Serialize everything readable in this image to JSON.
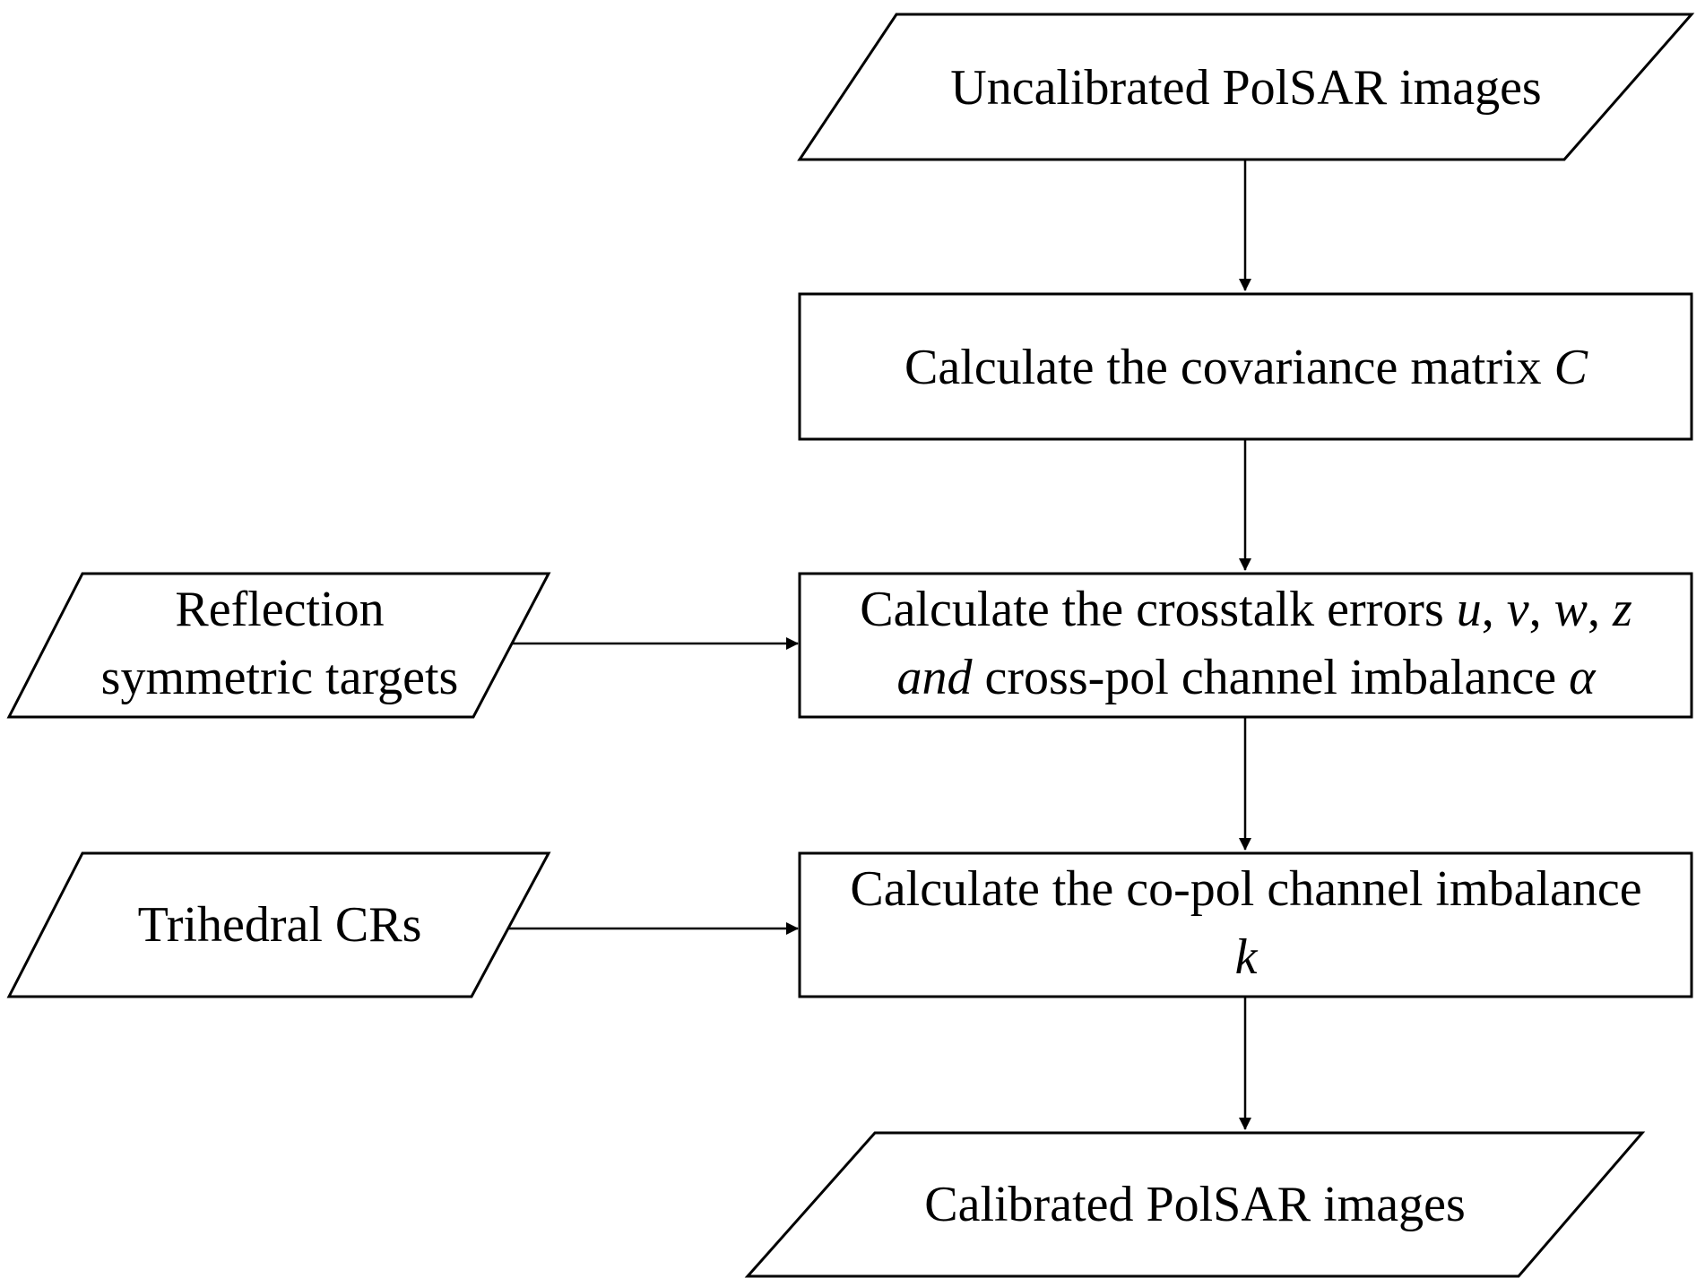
{
  "nodes": {
    "uncalibrated": {
      "shape": "parallelogram",
      "text": "Uncalibrated PolSAR images"
    },
    "covariance": {
      "shape": "rectangle",
      "text": "Calculate the covariance matrix ",
      "symbol": "C"
    },
    "crosstalk": {
      "shape": "rectangle",
      "line1_text": "Calculate the crosstalk errors ",
      "line1_symbols": [
        "u",
        "v",
        "w",
        "z"
      ],
      "line1_separator": ", ",
      "line2_connector": "and",
      "line2_text": " cross-pol channel imbalance ",
      "line2_symbol": "α"
    },
    "copol": {
      "shape": "rectangle",
      "line1_text": "Calculate the co-pol channel imbalance",
      "line2_symbol": "k"
    },
    "reflection": {
      "shape": "parallelogram",
      "line1": "Reflection",
      "line2": "symmetric targets"
    },
    "trihedral": {
      "shape": "parallelogram",
      "text": "Trihedral CRs"
    },
    "calibrated": {
      "shape": "parallelogram",
      "text": "Calibrated PolSAR images"
    }
  },
  "edges": [
    {
      "from": "uncalibrated",
      "to": "covariance"
    },
    {
      "from": "covariance",
      "to": "crosstalk"
    },
    {
      "from": "reflection",
      "to": "crosstalk"
    },
    {
      "from": "crosstalk",
      "to": "copol"
    },
    {
      "from": "trihedral",
      "to": "copol"
    },
    {
      "from": "copol",
      "to": "calibrated"
    }
  ],
  "colors": {
    "stroke": "#000000",
    "fill": "#ffffff",
    "text": "#000000"
  }
}
